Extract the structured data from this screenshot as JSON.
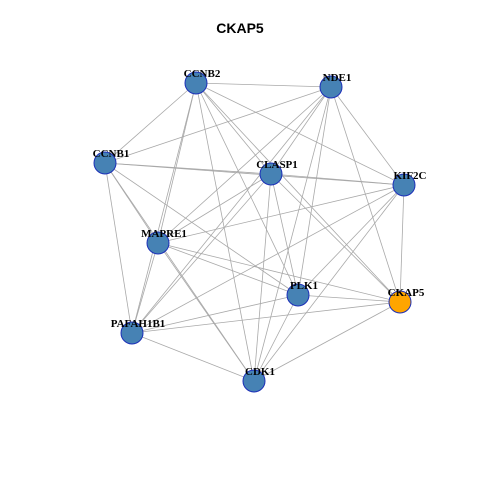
{
  "title": "CKAP5",
  "colors": {
    "node_default": "#4682b4",
    "node_highlight": "#ffa500",
    "node_border": "#1c2fb8",
    "edge": "#a9a9a9"
  },
  "nodes": [
    {
      "id": "CCNB2",
      "label": "CCNB2"
    },
    {
      "id": "NDE1",
      "label": "NDE1"
    },
    {
      "id": "CCNB1",
      "label": "CCNB1"
    },
    {
      "id": "CLASP1",
      "label": "CLASP1"
    },
    {
      "id": "KIF2C",
      "label": "KIF2C"
    },
    {
      "id": "MAPRE1",
      "label": "MAPRE1"
    },
    {
      "id": "PLK1",
      "label": "PLK1"
    },
    {
      "id": "CKAP5",
      "label": "CKAP5",
      "highlight": true
    },
    {
      "id": "PAFAH1B1",
      "label": "PAFAH1B1"
    },
    {
      "id": "CDK1",
      "label": "CDK1"
    }
  ],
  "edges": [
    [
      "CCNB2",
      "NDE1"
    ],
    [
      "CCNB2",
      "CCNB1"
    ],
    [
      "CCNB2",
      "CLASP1"
    ],
    [
      "CCNB2",
      "KIF2C"
    ],
    [
      "CCNB2",
      "MAPRE1"
    ],
    [
      "CCNB2",
      "PLK1"
    ],
    [
      "CCNB2",
      "CKAP5"
    ],
    [
      "CCNB2",
      "PAFAH1B1"
    ],
    [
      "CCNB2",
      "CDK1"
    ],
    [
      "NDE1",
      "CCNB1"
    ],
    [
      "NDE1",
      "CLASP1"
    ],
    [
      "NDE1",
      "KIF2C"
    ],
    [
      "NDE1",
      "MAPRE1"
    ],
    [
      "NDE1",
      "PLK1"
    ],
    [
      "NDE1",
      "CKAP5"
    ],
    [
      "NDE1",
      "PAFAH1B1"
    ],
    [
      "NDE1",
      "CDK1"
    ],
    [
      "CCNB1",
      "CLASP1"
    ],
    [
      "CCNB1",
      "KIF2C"
    ],
    [
      "CCNB1",
      "MAPRE1"
    ],
    [
      "CCNB1",
      "PLK1"
    ],
    [
      "CCNB1",
      "PAFAH1B1"
    ],
    [
      "CCNB1",
      "CDK1"
    ],
    [
      "CLASP1",
      "KIF2C"
    ],
    [
      "CLASP1",
      "MAPRE1"
    ],
    [
      "CLASP1",
      "PLK1"
    ],
    [
      "CLASP1",
      "CKAP5"
    ],
    [
      "CLASP1",
      "PAFAH1B1"
    ],
    [
      "CLASP1",
      "CDK1"
    ],
    [
      "KIF2C",
      "MAPRE1"
    ],
    [
      "KIF2C",
      "PLK1"
    ],
    [
      "KIF2C",
      "CKAP5"
    ],
    [
      "KIF2C",
      "PAFAH1B1"
    ],
    [
      "KIF2C",
      "CDK1"
    ],
    [
      "MAPRE1",
      "PLK1"
    ],
    [
      "MAPRE1",
      "CKAP5"
    ],
    [
      "MAPRE1",
      "PAFAH1B1"
    ],
    [
      "MAPRE1",
      "CDK1"
    ],
    [
      "PLK1",
      "CKAP5"
    ],
    [
      "PLK1",
      "PAFAH1B1"
    ],
    [
      "PLK1",
      "CDK1"
    ],
    [
      "CKAP5",
      "PAFAH1B1"
    ],
    [
      "CKAP5",
      "CDK1"
    ],
    [
      "PAFAH1B1",
      "CDK1"
    ]
  ]
}
